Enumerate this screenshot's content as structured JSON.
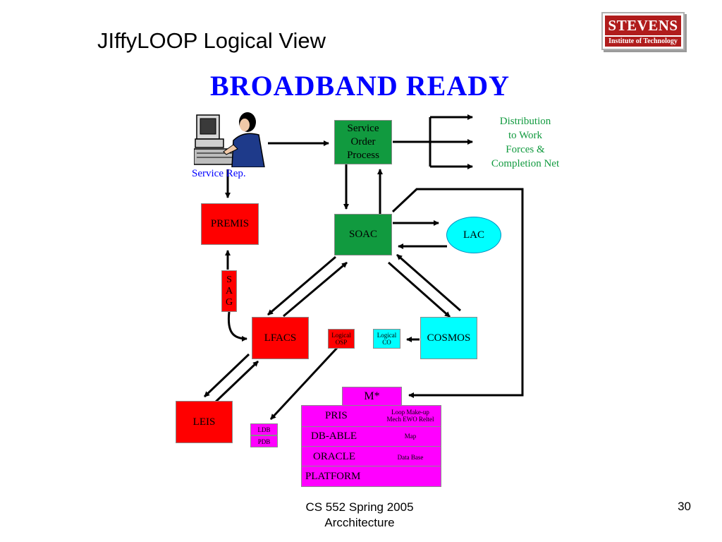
{
  "slide": {
    "title": "JIffyLOOP Logical View",
    "subtitle": "BROADBAND  READY",
    "footer_course": "CS 552 Spring 2005",
    "footer_topic": "Arcchitecture",
    "page_number": "30"
  },
  "logo": {
    "main": "STEVENS",
    "sub": "Institute of Technology"
  },
  "diagram": {
    "service_rep_label": "Service Rep.",
    "service_order": [
      "Service",
      "Order",
      "Process"
    ],
    "distribution": [
      "Distribution",
      "to Work",
      "Forces &",
      "Completion Net"
    ],
    "premis": "PREMIS",
    "soac": "SOAC",
    "lac": "LAC",
    "sag": [
      "S",
      "A",
      "G"
    ],
    "lfacs": "LFACS",
    "logical_osp": [
      "Logical",
      "OSP"
    ],
    "logical_co": [
      "Logical",
      "CO"
    ],
    "cosmos": "COSMOS",
    "leis": "LEIS",
    "ldb": "LDB",
    "pdb": "PDB",
    "mstar": {
      "title": "M*",
      "rows": [
        {
          "main": "PRIS",
          "side": [
            "Loop Make-up",
            "Mech EWO Reltel"
          ]
        },
        {
          "main": "DB-ABLE",
          "side": [
            "Map"
          ]
        },
        {
          "main": "ORACLE",
          "side": [
            "Data Base"
          ]
        },
        {
          "main": "PLATFORM",
          "side": []
        }
      ]
    }
  },
  "colors": {
    "green": "#119a3f",
    "red": "#ff0000",
    "cyan": "#00ffff",
    "magenta": "#ff00ff",
    "title_blue": "#0000ff",
    "logo_red": "#b01c1c"
  }
}
